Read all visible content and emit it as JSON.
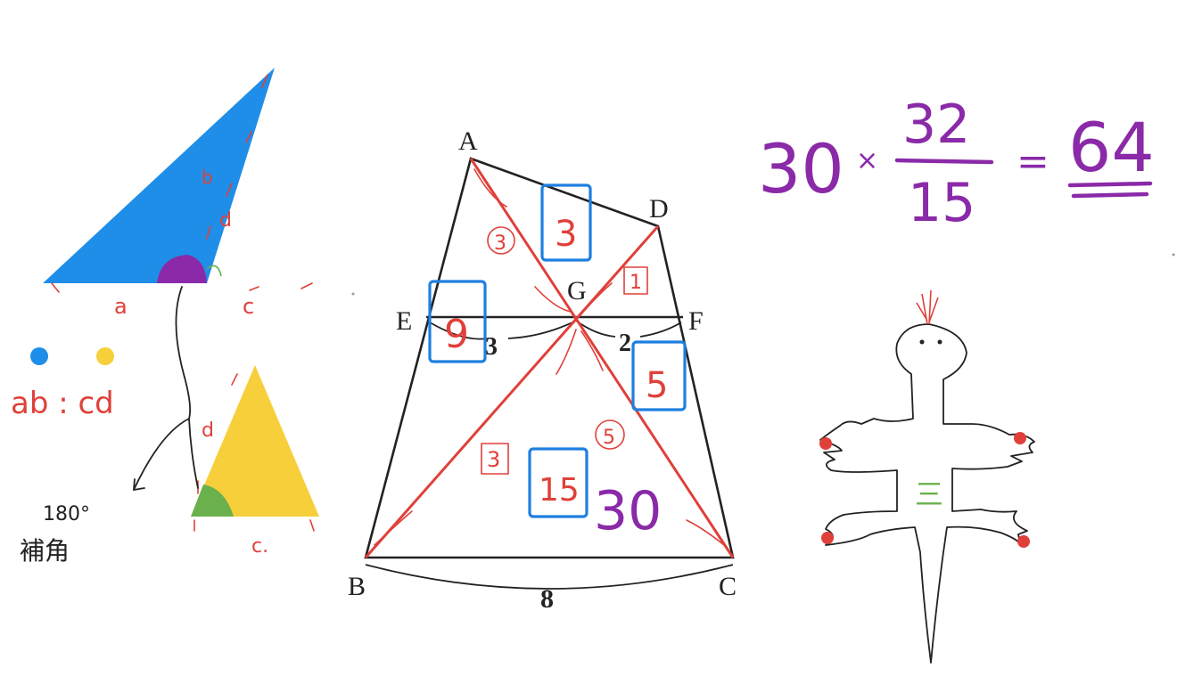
{
  "colors": {
    "blue_fill": "#1e8ee8",
    "yellow_fill": "#f7cf3a",
    "purple": "#8a2aa8",
    "green": "#6ab04c",
    "red": "#e0403a",
    "box_blue": "#1e7fe0",
    "black": "#222222"
  },
  "left_sketch": {
    "side_labels": {
      "a": "a",
      "b": "b",
      "c": "c",
      "d_top": "d",
      "d_bottom": "d",
      "c_bottom": "c."
    },
    "ratio_text": "ab : cd",
    "angle_text": "180°",
    "supplement_text": "補角"
  },
  "trapezoid": {
    "vertices": {
      "A": "A",
      "B": "B",
      "C": "C",
      "D": "D",
      "E": "E",
      "F": "F",
      "G": "G"
    },
    "length_labels": {
      "EG": "3",
      "GF": "2",
      "BC": "8"
    },
    "circled": {
      "AG": "3",
      "GC": "5",
      "BG": "3"
    },
    "squared": {
      "DG": "1",
      "BG_box": "3"
    },
    "blue_boxes": {
      "AGD": "3",
      "AEB": "9",
      "DFC": "5",
      "BGC": "15"
    },
    "total": "30"
  },
  "equation": {
    "factor": "30",
    "times": "×",
    "numerator": "32",
    "denominator": "15",
    "equals": "=",
    "result": "64"
  },
  "doodle": {
    "belly_mark": "三"
  }
}
